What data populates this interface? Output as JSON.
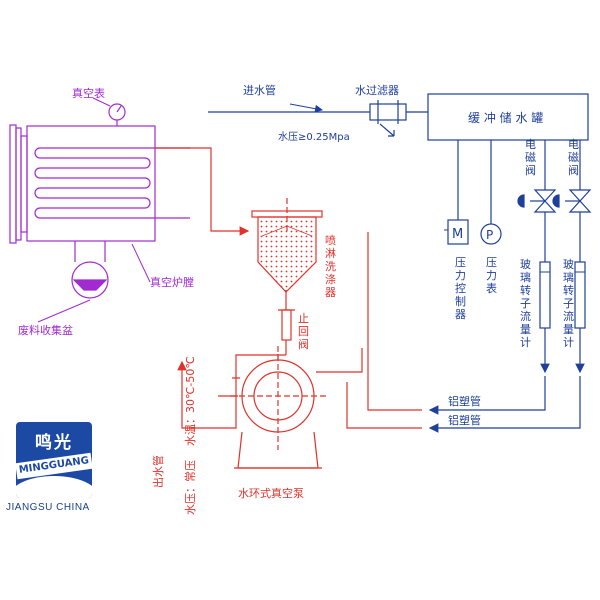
{
  "labels": {
    "vacuum_gauge": "真空表",
    "inlet_pipe": "进水管",
    "water_filter": "水过滤器",
    "buffer_tank": "缓 冲 储 水 罐",
    "water_pressure": "水压≥0.25Mpa",
    "spray_washer": "喷\n淋\n洗\n涤\n器",
    "vacuum_chamber": "真空炉膛",
    "waste_basin": "废料收集盆",
    "check_valve": "止\n回\n阀",
    "solenoid_valve_1": "电\n磁\n阀",
    "solenoid_valve_2": "电\n磁\n阀",
    "pressure_controller": "压\n力\n控\n制\n器",
    "pressure_gauge": "压\n力\n表",
    "flowmeter_1": "玻\n璃\n转\n子\n流\n量\n计",
    "flowmeter_2": "玻\n璃\n转\n子\n流\n量\n计",
    "pipe_upper": "铝塑管",
    "pipe_lower": "铝塑管",
    "outlet_pipe": "出水管",
    "outlet_pressure": "水压：常压",
    "water_temp": "水温：30℃-50℃",
    "pump": "水环式真空泵",
    "controller_symbol": "M",
    "gauge_symbol": "P"
  },
  "logo": {
    "top": "鸣光",
    "band": "MINGGUANG",
    "sub": "JIANGSU CHINA"
  },
  "colors": {
    "blue": "#1f3f9c",
    "red": "#e0322b",
    "purple": "#a12bd1",
    "brand": "#1c49a3"
  }
}
